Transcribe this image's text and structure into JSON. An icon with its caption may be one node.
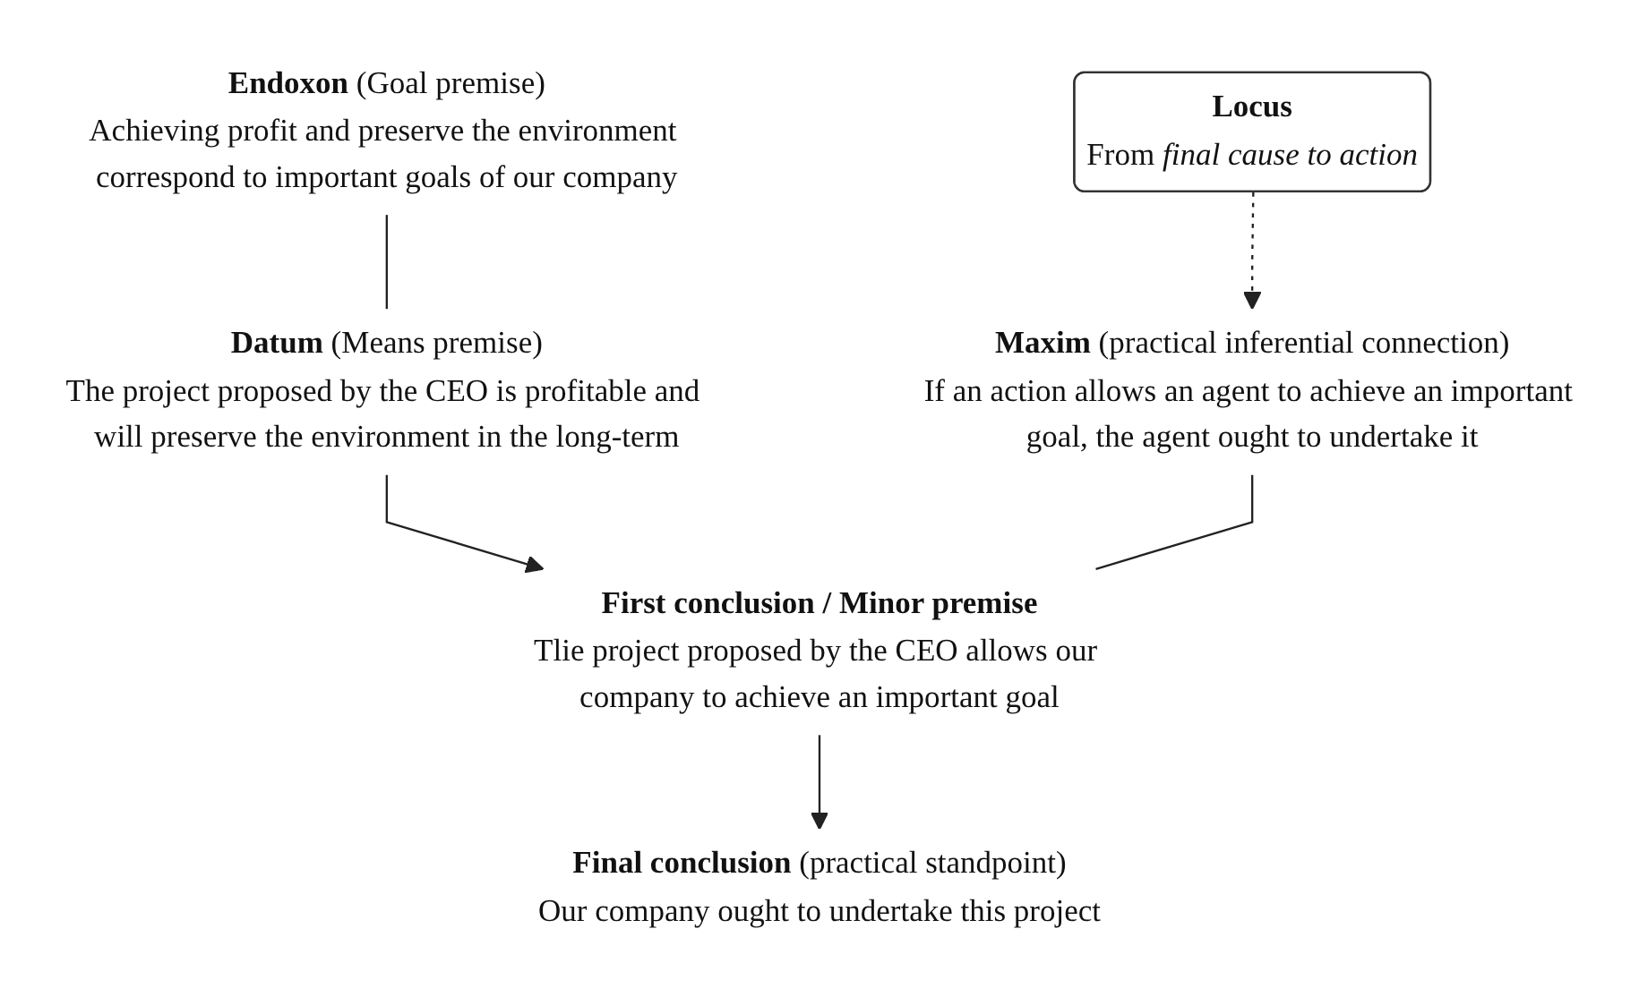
{
  "diagram": {
    "nodes": [
      {
        "text": [
          "**Endoxon** (Goal premise)",
          "Achieving profit and preserve the environment correspond to important goals of our company"
        ]
      },
      {
        "text": [
          "**Datum** (Means premise)",
          "The project proposed by the CEO is profitable and will preserve the environment in the long-term"
        ]
      },
      {
        "text": [
          "**Locus**",
          "From *final cause to action*"
        ]
      },
      {
        "text": [
          "**Maxim** (practical inferential connection)",
          "If an action allows an agent to achieve an important goal, the agent ought to undertake it"
        ]
      },
      {
        "text": [
          "**First conclusion / Minor premise**",
          "Tlie project proposed by the CEO allows our company to achieve an important goal"
        ]
      },
      {
        "text": [
          "**Final conclusion** (practical standpoint)",
          "Our company ought to undertake this project"
        ]
      }
    ],
    "edges": [
      {
        "from": 0,
        "to": 1,
        "arrow": "none"
      },
      {
        "from": 2,
        "to": 3,
        "arrow": "to",
        "style": "dashed"
      },
      {
        "from": 1,
        "to": 4,
        "arrow": "to"
      },
      {
        "from": 3,
        "to": 4,
        "arrow": "none"
      },
      {
        "from": 4,
        "to": 5,
        "arrow": "to"
      }
    ]
  }
}
